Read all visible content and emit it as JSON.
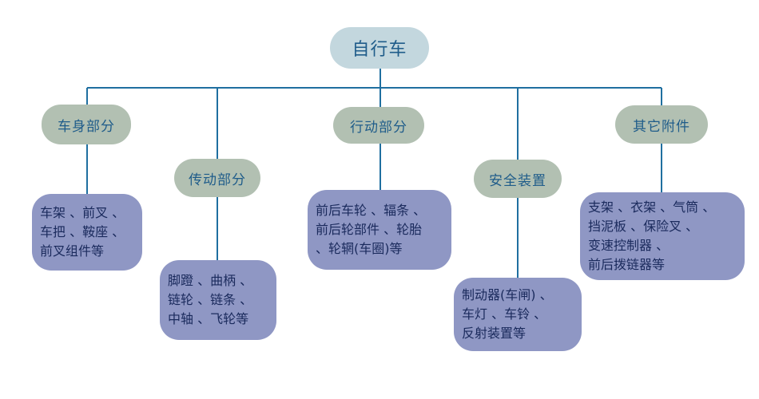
{
  "colors": {
    "root_fill": "#c3d7de",
    "category_fill": "#b2c0b2",
    "detail_fill": "#8f97c4",
    "connector": "#1f6fa0",
    "text": "#1f5c8a"
  },
  "root": {
    "label": "自行车"
  },
  "categories": [
    {
      "label": "车身部分",
      "detail": "车架 、前叉 、\n车把 、鞍座 、\n前叉组件等"
    },
    {
      "label": "传动部分",
      "detail": "脚蹬 、曲柄 、\n链轮 、链条 、\n中轴 、飞轮等"
    },
    {
      "label": "行动部分",
      "detail": "前后车轮 、辐条 、\n前后轮部件 、轮胎\n、轮辋(车圈)等"
    },
    {
      "label": "安全装置",
      "detail": "制动器(车闸) 、\n车灯 、车铃 、\n反射装置等"
    },
    {
      "label": "其它附件",
      "detail": "支架 、衣架 、气筒 、\n挡泥板 、保险叉 、\n变速控制器 、\n前后拨链器等"
    }
  ]
}
